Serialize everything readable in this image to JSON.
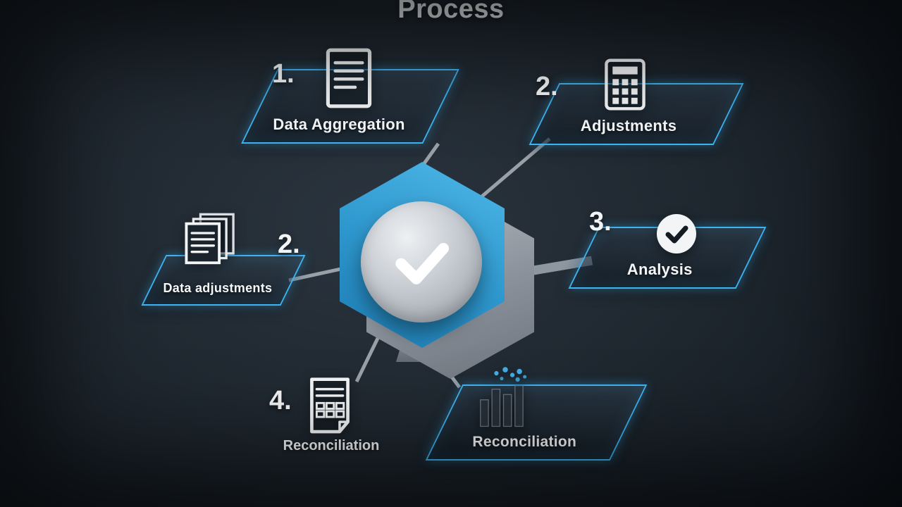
{
  "title": "Process",
  "colors": {
    "background": "#1e262e",
    "accent_blue": "#3fb4f2",
    "hexagon_blue": "#2d96cc",
    "hexagon_gray": "#8b929b",
    "text": "#f5f7f9"
  },
  "center": {
    "shape": "hexagon",
    "icon": "check-icon"
  },
  "steps": [
    {
      "number": "1.",
      "label": "Data Aggregation",
      "icon": "document-icon"
    },
    {
      "number": "2.",
      "label": "Adjustments",
      "icon": "calculator-icon"
    },
    {
      "number": "3.",
      "label": "Analysis",
      "icon": "check-circle-icon"
    },
    {
      "number": "2.",
      "label": "Data adjustments",
      "icon": "stacked-documents-icon"
    },
    {
      "number": "4.",
      "label": "Reconciliation",
      "icon": "report-document-icon"
    },
    {
      "number": "",
      "label": "Reconciliation",
      "icon": "bar-chart-icon"
    }
  ]
}
